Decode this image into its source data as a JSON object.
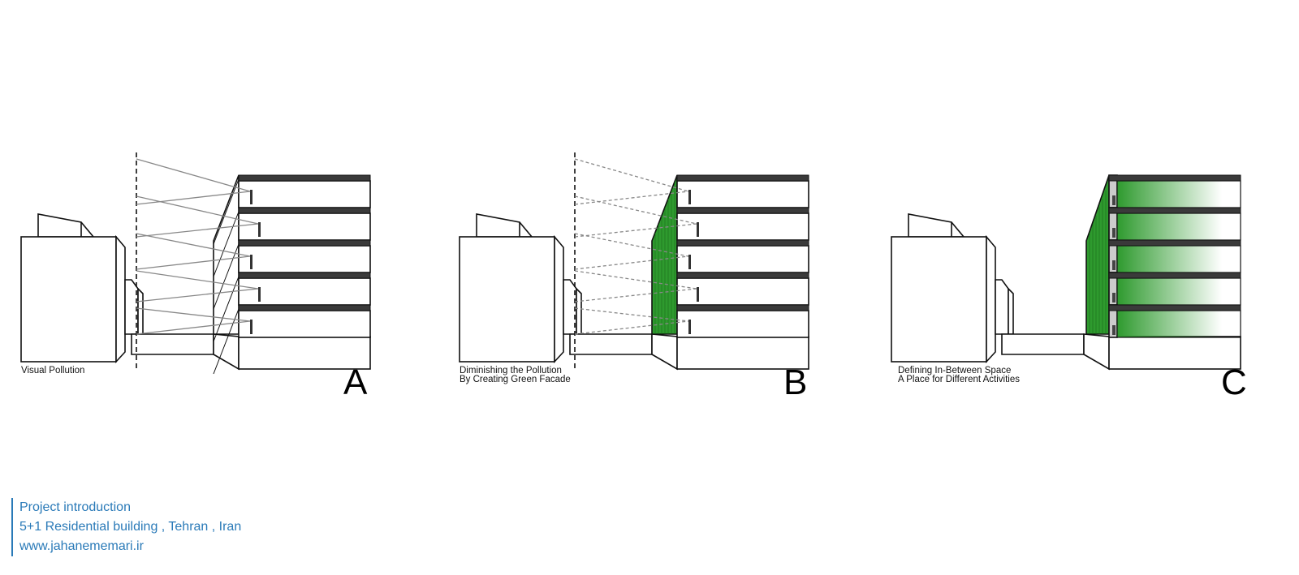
{
  "panels": [
    {
      "letter": "A",
      "caption_lines": [
        "Visual Pollution"
      ],
      "mode": "pollution"
    },
    {
      "letter": "B",
      "caption_lines": [
        "Diminishing the Pollution",
        "By Creating Green Facade"
      ],
      "mode": "green"
    },
    {
      "letter": "C",
      "caption_lines": [
        "Defining In-Between Space",
        "A Place for Different Activities"
      ],
      "mode": "between"
    }
  ],
  "footer": {
    "line1": "Project introduction",
    "line2": "5+1 Residential building , Tehran , Iran",
    "line3": "www.jahanememari.ir"
  },
  "colors": {
    "green": "#2e9a2e",
    "slab": "#3a3a3a",
    "footer": "#2a7ab8",
    "sightline": "#888888"
  }
}
